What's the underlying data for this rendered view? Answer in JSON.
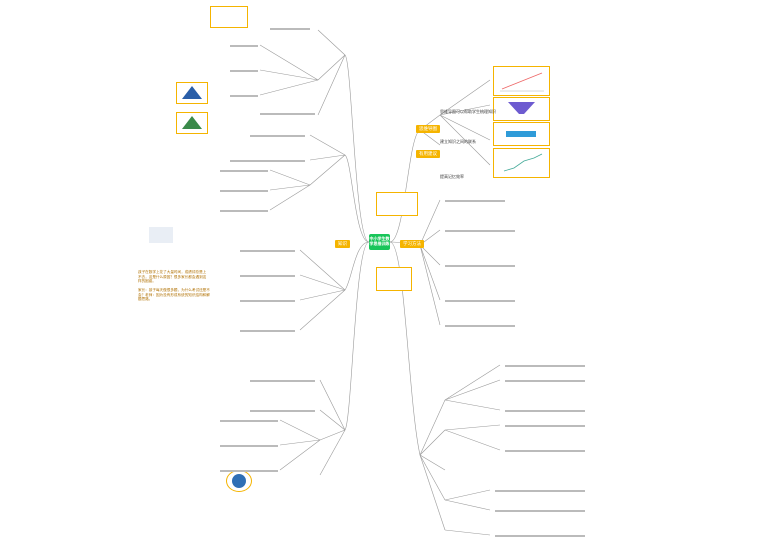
{
  "root": {
    "label": "中小学生数学思维训练"
  },
  "branches": {
    "right_top_tag": "思维导图",
    "right_mid_tag": "有用建议",
    "right_bottom_tag": "学习方法",
    "left_tag": "知识"
  },
  "callouts": {
    "c1": "孩子在数学上花了大量时间，成绩却总是上不去，这是什么原因？很多家长都会遇到这样的困惑。",
    "c2": "家长：孩子每天做很多题，为什么考试还是不会？老师：因为没有形成系统的知识结构和解题思路。"
  },
  "notes": {
    "n1": "思维导图可以帮助学生梳理知识",
    "n2": "建立知识之间的联系",
    "n3": "提高记忆效率"
  }
}
